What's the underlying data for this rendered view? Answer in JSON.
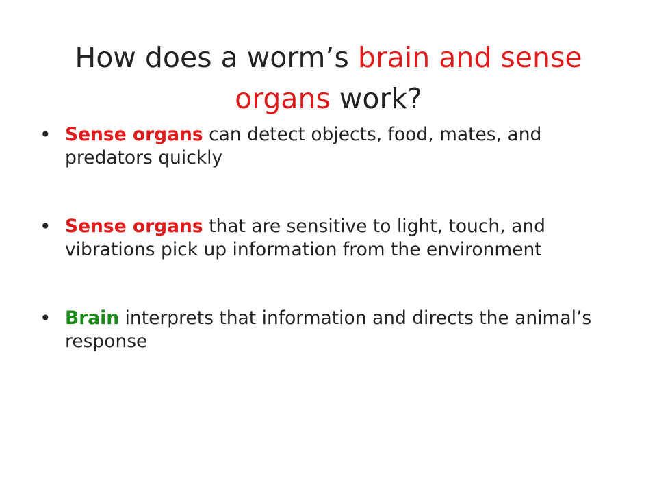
{
  "title": {
    "part1": "How does a worm’s ",
    "highlight1": "brain and sense organs",
    "part2": " work?"
  },
  "bullets": [
    {
      "symbol": "•",
      "keyword": "Sense organs",
      "text": " can detect objects, food, mates, and predators quickly",
      "keyword_color": "#e01b1b"
    },
    {
      "symbol": "•",
      "keyword": "Sense organs",
      "text": " that are sensitive to light, touch, and vibrations pick up information from the environment",
      "keyword_color": "#e01b1b"
    },
    {
      "symbol": "•",
      "keyword": "Brain",
      "text": " interprets that information and directs the animal’s response",
      "keyword_color": "#1a8a1a"
    }
  ]
}
